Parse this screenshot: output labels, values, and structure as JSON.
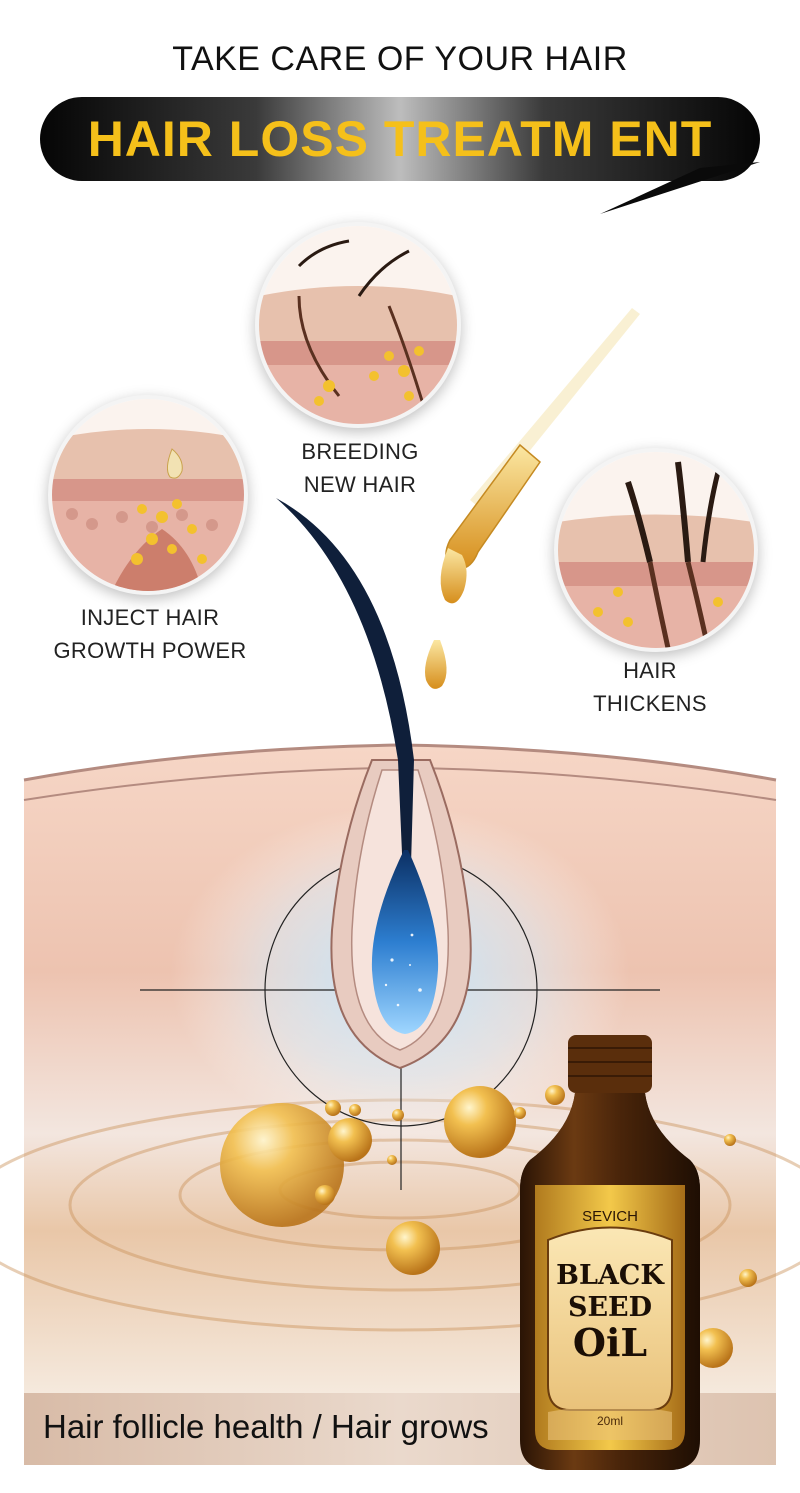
{
  "header": {
    "top_title": "TAKE CARE OF YOUR HAIR",
    "banner_title": "HAIR LOSS TREATM ENT"
  },
  "steps": [
    {
      "label_line1": "INJECT HAIR",
      "label_line2": "GROWTH POWER"
    },
    {
      "label_line1": "BREEDING",
      "label_line2": "NEW HAIR"
    },
    {
      "label_line1": "HAIR",
      "label_line2": "THICKENS"
    }
  ],
  "product": {
    "brand": "SEVICH",
    "name_line1": "BLACK",
    "name_line2": "SEED",
    "name_line3": "OiL",
    "volume": "20ml"
  },
  "footer": {
    "caption": "Hair follicle health / Hair grows"
  },
  "colors": {
    "banner_text": "#f5c01a",
    "banner_bg": "#0a0a0a",
    "oil_gold": "#e8a72c",
    "skin": "#e7b8a4"
  },
  "icons": [
    "dropper-icon",
    "oil-drop-icon",
    "hair-follicle-illustration",
    "oil-bubble-icon"
  ]
}
